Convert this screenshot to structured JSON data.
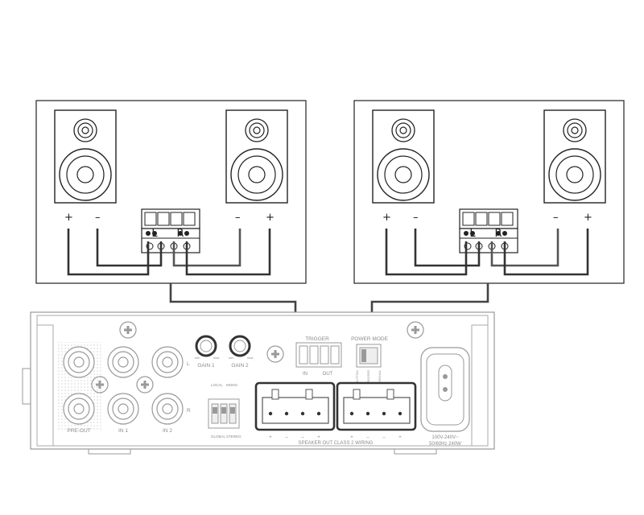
{
  "speakers": {
    "plus": "+",
    "minus": "–",
    "jack_left": "L",
    "jack_right": "R"
  },
  "amp": {
    "pre_out": "PRE-OUT",
    "in1": "IN 1",
    "in2": "IN 2",
    "side_l": "L",
    "side_r": "R",
    "gain1": "GAIN 1",
    "gain2": "GAIN 2",
    "gain_min": "min",
    "gain_max": "max",
    "trigger": "TRIGGER",
    "trig_in": "IN",
    "trig_out": "OUT",
    "power_mode": "POWER MODE",
    "pm_left": "ON BUTTON",
    "pm_mid": "TRIGGER",
    "pm_right": "SIGNAL",
    "local": "LOCAL",
    "mono": "MONO",
    "global": "GLOBAL",
    "stereo": "STEREO",
    "speaker_out": "SPEAKER OUT CLASS 2 WIRING",
    "power_rating_1": "100V-240V~",
    "power_rating_2": "50/60Hz  240W"
  },
  "colors": {
    "outline": "#222222",
    "cable": "#333333",
    "cable_light": "#555555",
    "label": "#8a8a8a",
    "panel": "#f4f4f4"
  }
}
